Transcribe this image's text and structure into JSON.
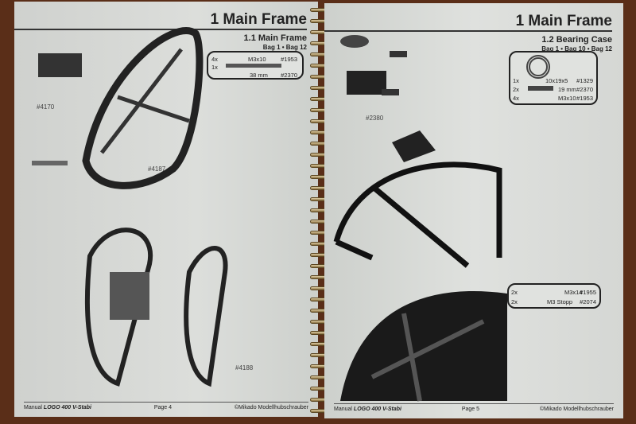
{
  "left_page": {
    "title": "1 Main Frame",
    "section": "1.1 Main Frame",
    "bags": "Bag 1 • Bag 12",
    "parts_box": [
      {
        "qty": "4x",
        "name": "M3x10",
        "number": "#1953"
      },
      {
        "qty": "1x",
        "name": "38 mm",
        "number": "#2370"
      }
    ],
    "labels": [
      "#4170",
      "#4187",
      "#4188"
    ],
    "footer": {
      "manual": "Manual",
      "product": "LOGO 400 V-Stabi",
      "page": "Page 4",
      "copyright": "©Mikado Modellhubschrauber"
    }
  },
  "right_page": {
    "title": "1 Main Frame",
    "section": "1.2 Bearing Case",
    "bags": "Bag 1 • Bag 10 • Bag 12",
    "parts_box": [
      {
        "qty": "1x",
        "name": "10x19x5",
        "number": "#1329"
      },
      {
        "qty": "2x",
        "name": "19 mm",
        "number": "#2370"
      },
      {
        "qty": "4x",
        "name": "M3x10",
        "number": "#1953"
      }
    ],
    "parts_box2": [
      {
        "qty": "2x",
        "name": "M3x14",
        "number": "#1955"
      },
      {
        "qty": "2x",
        "name": "M3 Stopp",
        "number": "#2074"
      }
    ],
    "labels": [
      "#2380"
    ],
    "footer": {
      "manual": "Manual",
      "product": "LOGO 400 V-Stabi",
      "page": "Page 5",
      "copyright": "©Mikado Modellhubschrauber"
    }
  }
}
